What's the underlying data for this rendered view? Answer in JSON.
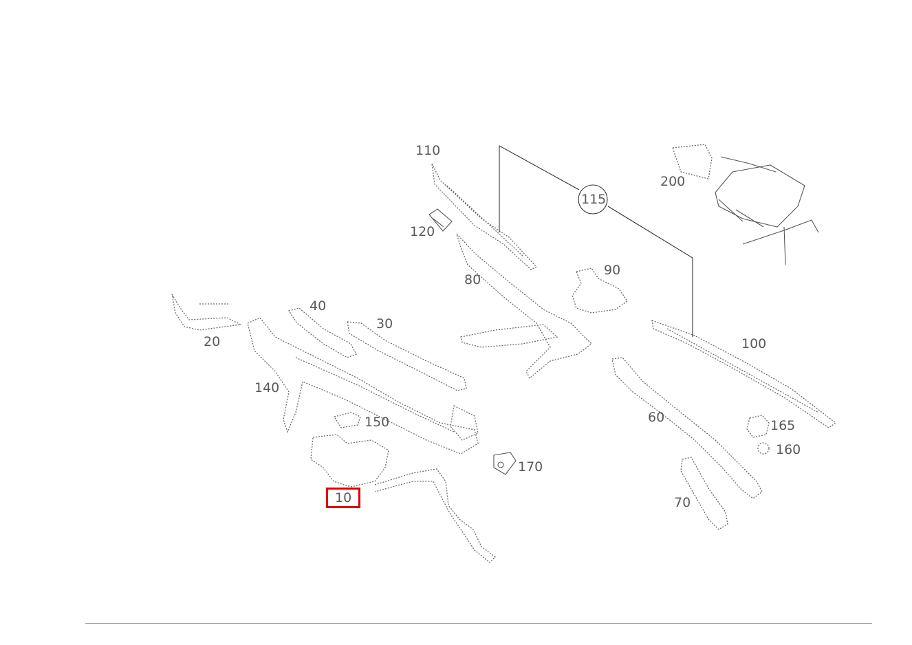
{
  "callouts": [
    {
      "id": "10",
      "label": "10",
      "selected": true
    },
    {
      "id": "20",
      "label": "20"
    },
    {
      "id": "30",
      "label": "30"
    },
    {
      "id": "40",
      "label": "40"
    },
    {
      "id": "60",
      "label": "60"
    },
    {
      "id": "70",
      "label": "70"
    },
    {
      "id": "80",
      "label": "80"
    },
    {
      "id": "90",
      "label": "90"
    },
    {
      "id": "100",
      "label": "100"
    },
    {
      "id": "110",
      "label": "110"
    },
    {
      "id": "115",
      "label": "115"
    },
    {
      "id": "120",
      "label": "120"
    },
    {
      "id": "140",
      "label": "140"
    },
    {
      "id": "150",
      "label": "150"
    },
    {
      "id": "160",
      "label": "160"
    },
    {
      "id": "165",
      "label": "165"
    },
    {
      "id": "170",
      "label": "170"
    },
    {
      "id": "200",
      "label": "200"
    }
  ],
  "highlight_color": "#e00000"
}
